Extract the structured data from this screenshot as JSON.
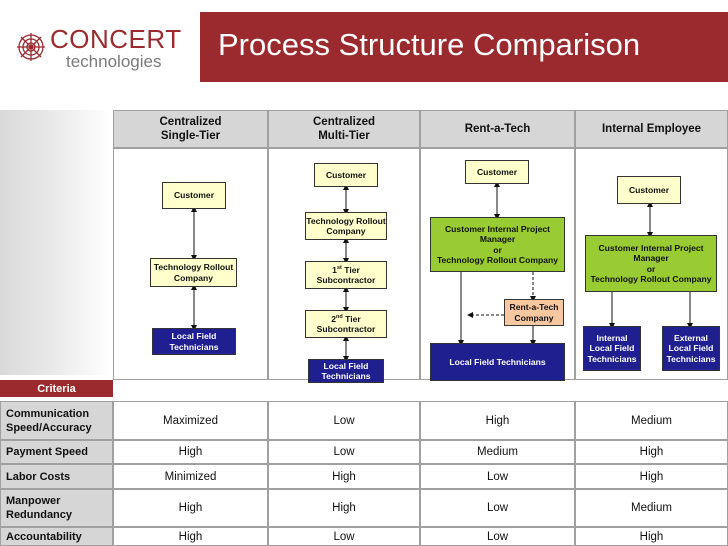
{
  "header": {
    "title": "Process Structure Comparison",
    "logo_word1": "CONCERT",
    "logo_word2": "technologies"
  },
  "colors": {
    "brand_red": "#9a2a2e",
    "header_gray": "#d6d6d6",
    "box_yellow": "#ffffcc",
    "box_green": "#99cc33",
    "box_navy": "#1f1f8f",
    "box_peach": "#f7c7a0"
  },
  "columns": [
    {
      "label": "Centralized\nSingle-Tier"
    },
    {
      "label": "Centralized\nMulti-Tier"
    },
    {
      "label": "Rent-a-Tech"
    },
    {
      "label": "Internal Employee"
    }
  ],
  "diagrams": {
    "single_tier": {
      "customer": "Customer",
      "rollout": "Technology Rollout Company",
      "technicians": "Local Field Technicians"
    },
    "multi_tier": {
      "customer": "Customer",
      "rollout": "Technology Rollout Company",
      "tier1_num": "1",
      "tier1_sup": "st",
      "tier1_text": "Tier Subcontractor",
      "tier2_num": "2",
      "tier2_sup": "nd",
      "tier2_text": "Tier Subcontractor",
      "technicians": "Local Field Technicians"
    },
    "rent_a_tech": {
      "customer": "Customer",
      "pm_line1": "Customer Internal Project Manager",
      "pm_or": "or",
      "pm_line2": "Technology Rollout Company",
      "rent": "Rent-a-Tech Company",
      "technicians": "Local Field Technicians"
    },
    "internal_employee": {
      "customer": "Customer",
      "pm_line1": "Customer Internal Project Manager",
      "pm_or": "or",
      "pm_line2": "Technology Rollout Company",
      "internal": "Internal Local Field Technicians",
      "external": "External Local Field Technicians"
    }
  },
  "table": {
    "criteria_label": "Criteria",
    "rows": [
      {
        "label": "Communication Speed/Accuracy",
        "values": [
          "Maximized",
          "Low",
          "High",
          "Medium"
        ]
      },
      {
        "label": "Payment Speed",
        "values": [
          "High",
          "Low",
          "Medium",
          "High"
        ]
      },
      {
        "label": "Labor Costs",
        "values": [
          "Minimized",
          "High",
          "Low",
          "High"
        ]
      },
      {
        "label": "Manpower Redundancy",
        "values": [
          "High",
          "High",
          "Low",
          "Medium"
        ]
      },
      {
        "label": "Accountability",
        "values": [
          "High",
          "Low",
          "Low",
          "High"
        ]
      }
    ]
  }
}
